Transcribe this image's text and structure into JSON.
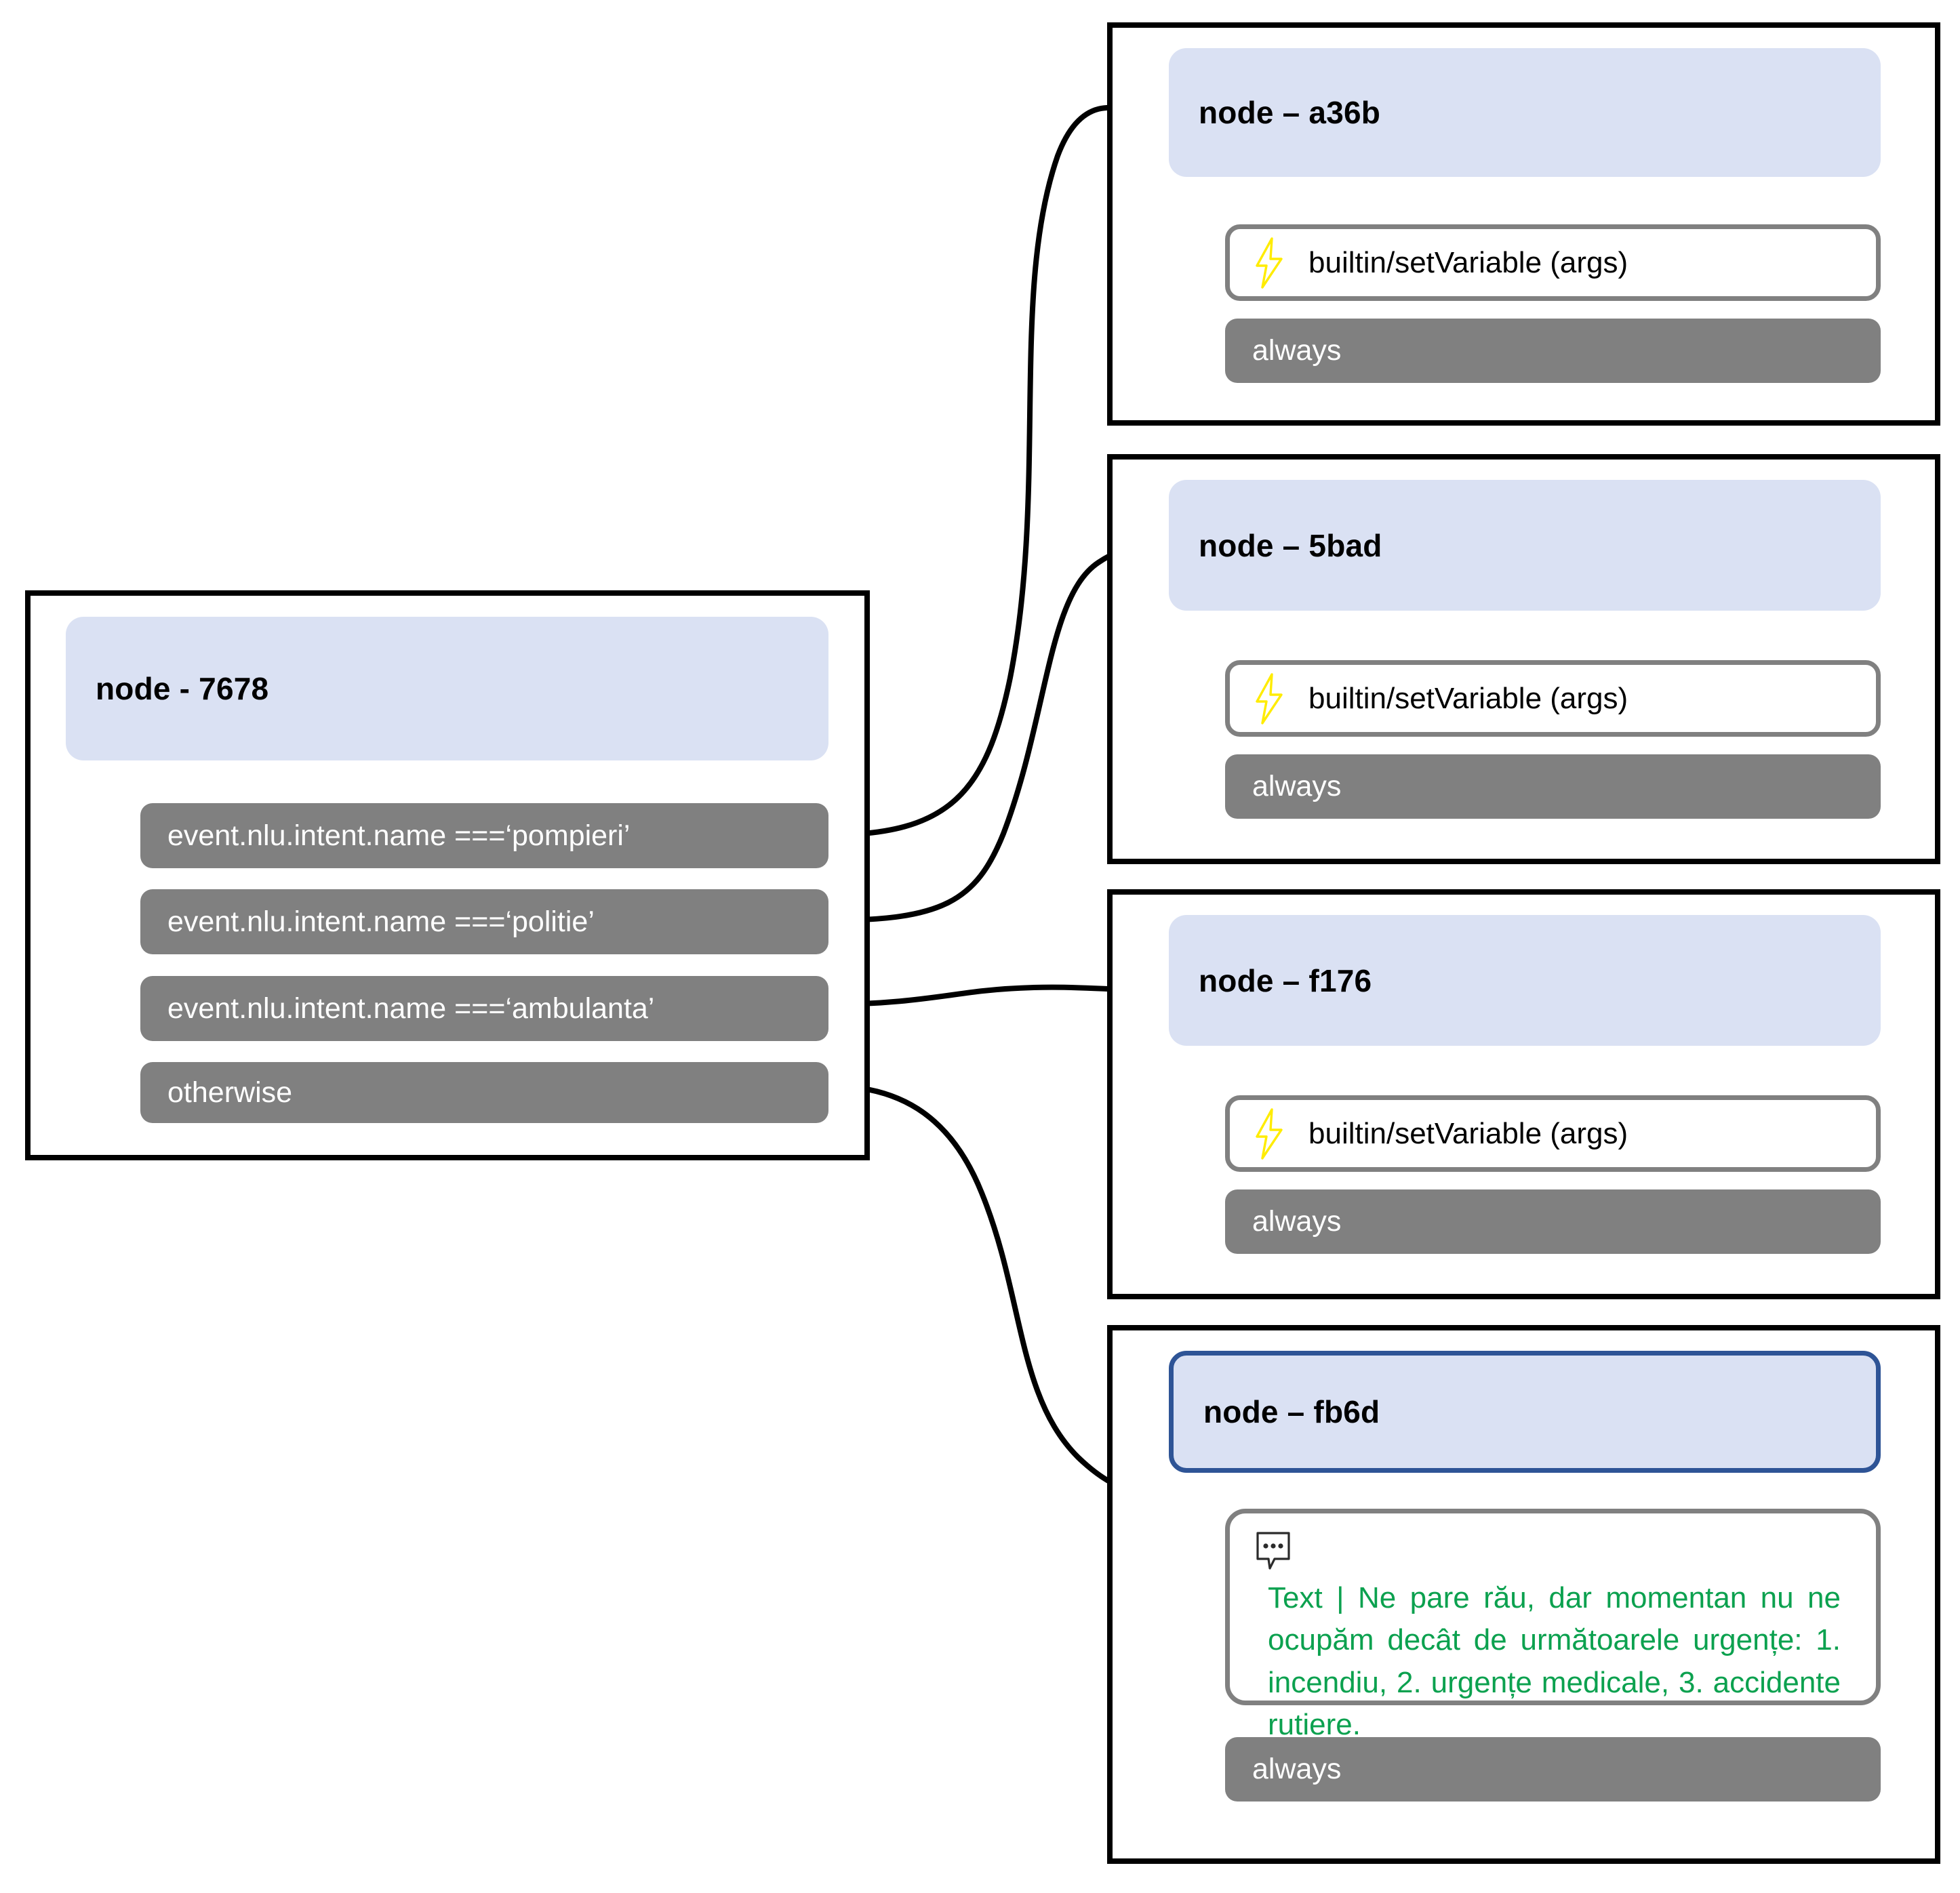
{
  "diagram": {
    "title": "Dialog flow node graph",
    "colors": {
      "node_header_fill": "#dae1f3",
      "selected_border": "#2e5496",
      "row_gray": "#808080",
      "message_green": "#0ca14f",
      "bolt_yellow": "#ffec00",
      "container_border": "#000000"
    }
  },
  "source_node": {
    "title": "node - 7678",
    "conditions": [
      {
        "label": "event.nlu.intent.name ===‘pompieri’",
        "target": "node – a36b"
      },
      {
        "label": "event.nlu.intent.name ===‘politie’",
        "target": "node – 5bad"
      },
      {
        "label": "event.nlu.intent.name ===‘ambulanta’",
        "target": "node – f176"
      },
      {
        "label": "otherwise",
        "target": "node – fb6d"
      }
    ]
  },
  "target_nodes": [
    {
      "title": "node – a36b",
      "selected": false,
      "action": {
        "icon": "lightning-bolt-icon",
        "label": "builtin/setVariable (args)"
      },
      "transition": "always"
    },
    {
      "title": "node – 5bad",
      "selected": false,
      "action": {
        "icon": "lightning-bolt-icon",
        "label": "builtin/setVariable (args)"
      },
      "transition": "always"
    },
    {
      "title": "node – f176",
      "selected": false,
      "action": {
        "icon": "lightning-bolt-icon",
        "label": "builtin/setVariable (args)"
      },
      "transition": "always"
    },
    {
      "title": "node – fb6d",
      "selected": true,
      "message": {
        "icon": "speech-bubble-icon",
        "text": "Text | Ne pare rău, dar momentan nu ne ocupăm decât de următoarele urgențe: 1. incendiu, 2. urgențe medicale, 3. accidente rutiere."
      },
      "transition": "always"
    }
  ]
}
